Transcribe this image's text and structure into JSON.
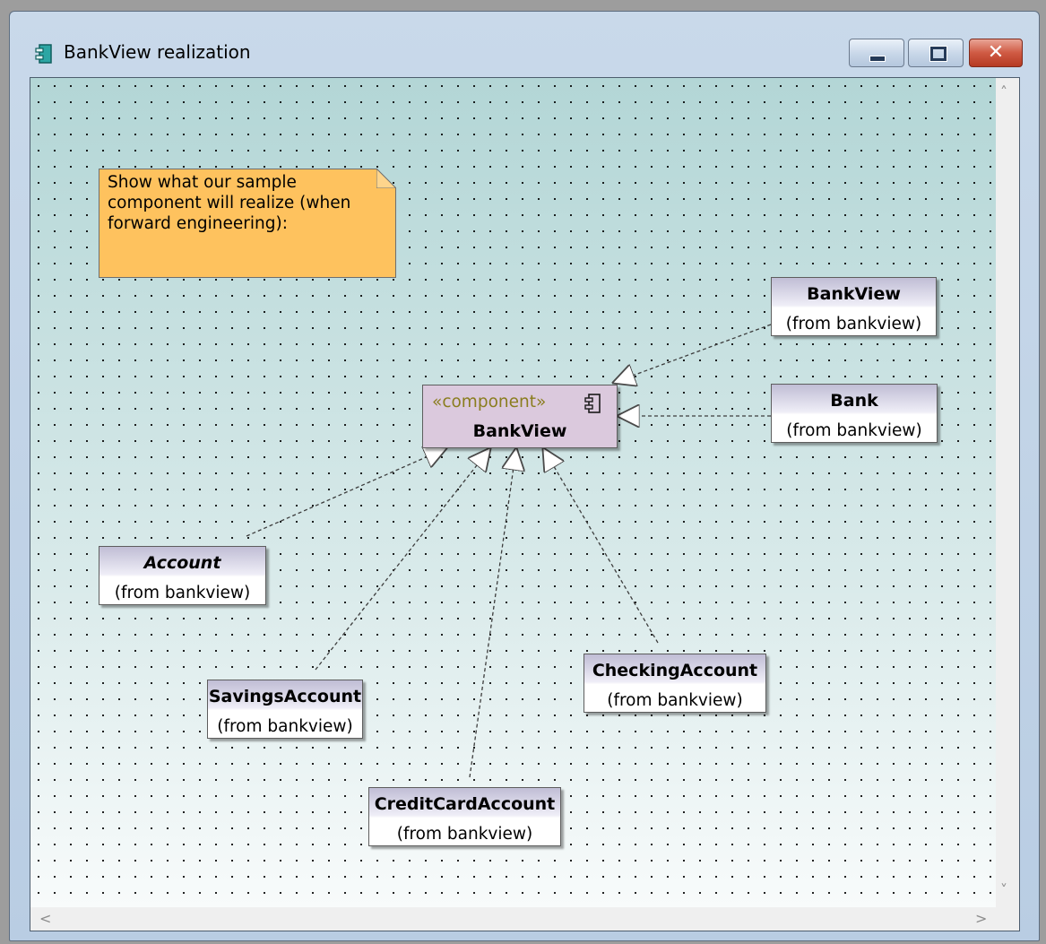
{
  "window": {
    "title": "BankView realization",
    "icon": "component-icon",
    "controls": [
      "minimize-icon",
      "maximize-icon",
      "close-icon"
    ],
    "close_glyph": "✕"
  },
  "scrollbars": {
    "up": "˄",
    "down": "˅",
    "left": "<",
    "right": ">"
  },
  "diagram": {
    "note": "Show what our sample component will realize (when forward engineering):",
    "component": {
      "stereotype": "«component»",
      "name": "BankView",
      "icon": "component-icon"
    },
    "classes": [
      {
        "id": "bankview-class",
        "name": "BankView",
        "from": "(from bankview)",
        "italic": false
      },
      {
        "id": "bank",
        "name": "Bank",
        "from": "(from bankview)",
        "italic": false
      },
      {
        "id": "account",
        "name": "Account",
        "from": "(from bankview)",
        "italic": true
      },
      {
        "id": "savings-account",
        "name": "SavingsAccount",
        "from": "(from bankview)",
        "italic": false
      },
      {
        "id": "checking-account",
        "name": "CheckingAccount",
        "from": "(from bankview)",
        "italic": false
      },
      {
        "id": "credit-card-account",
        "name": "CreditCardAccount",
        "from": "(from bankview)",
        "italic": false
      }
    ],
    "relation_type": "realization"
  }
}
